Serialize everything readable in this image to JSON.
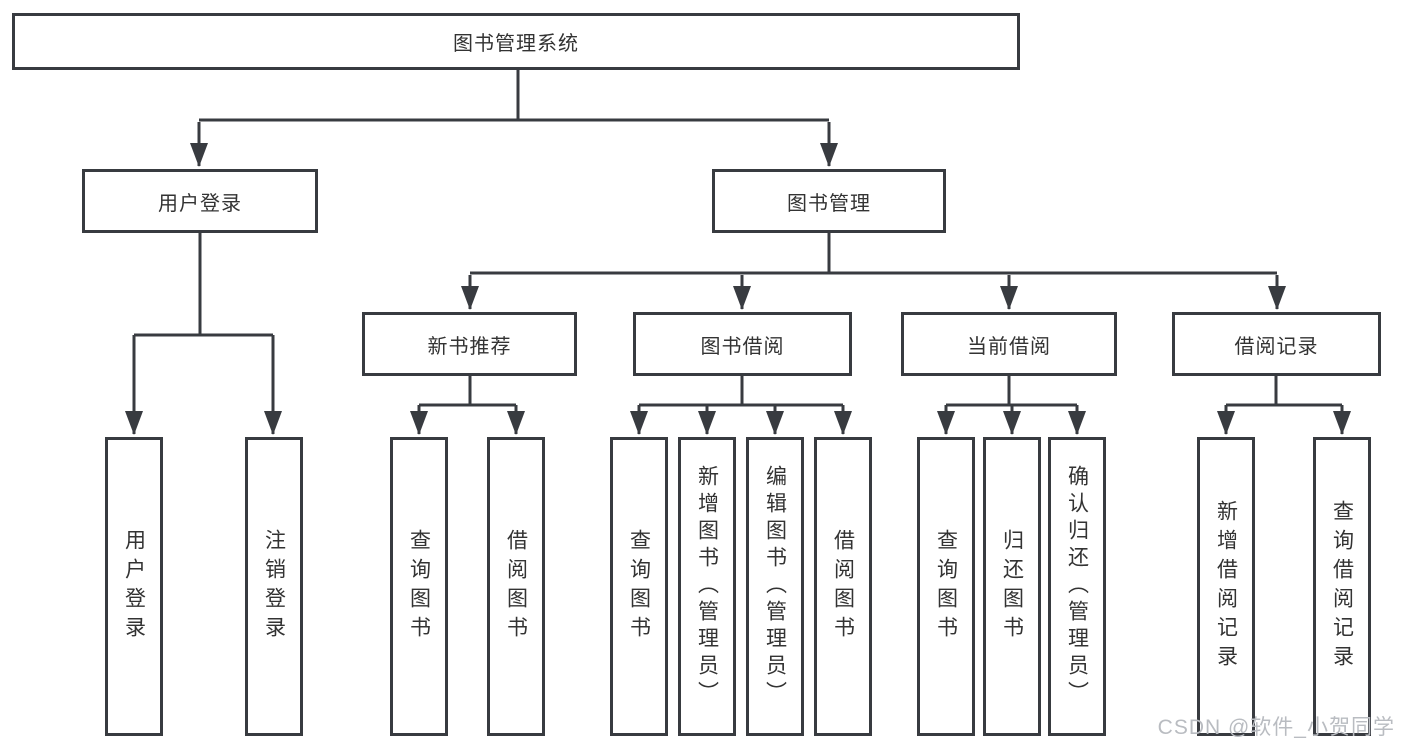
{
  "diagram_title": "图书管理系统",
  "tree": {
    "label": "图书管理系统",
    "children": [
      {
        "label": "用户登录",
        "children": [
          {
            "label": "用户登录"
          },
          {
            "label": "注销登录"
          }
        ]
      },
      {
        "label": "图书管理",
        "children": [
          {
            "label": "新书推荐",
            "children": [
              {
                "label": "查询图书"
              },
              {
                "label": "借阅图书"
              }
            ]
          },
          {
            "label": "图书借阅",
            "children": [
              {
                "label": "查询图书"
              },
              {
                "label": "新增图书（管理员）"
              },
              {
                "label": "编辑图书（管理员）"
              },
              {
                "label": "借阅图书"
              }
            ]
          },
          {
            "label": "当前借阅",
            "children": [
              {
                "label": "查询图书"
              },
              {
                "label": "归还图书"
              },
              {
                "label": "确认归还（管理员）"
              }
            ]
          },
          {
            "label": "借阅记录",
            "children": [
              {
                "label": "新增借阅记录"
              },
              {
                "label": "查询借阅记录"
              }
            ]
          }
        ]
      }
    ]
  },
  "watermark": {
    "text": "CSDN @软件_小贺同学"
  },
  "colors": {
    "line": "#383b40",
    "box_border": "#383b40",
    "text": "#333333",
    "background": "#ffffff",
    "watermark": "#b9bcc1"
  }
}
